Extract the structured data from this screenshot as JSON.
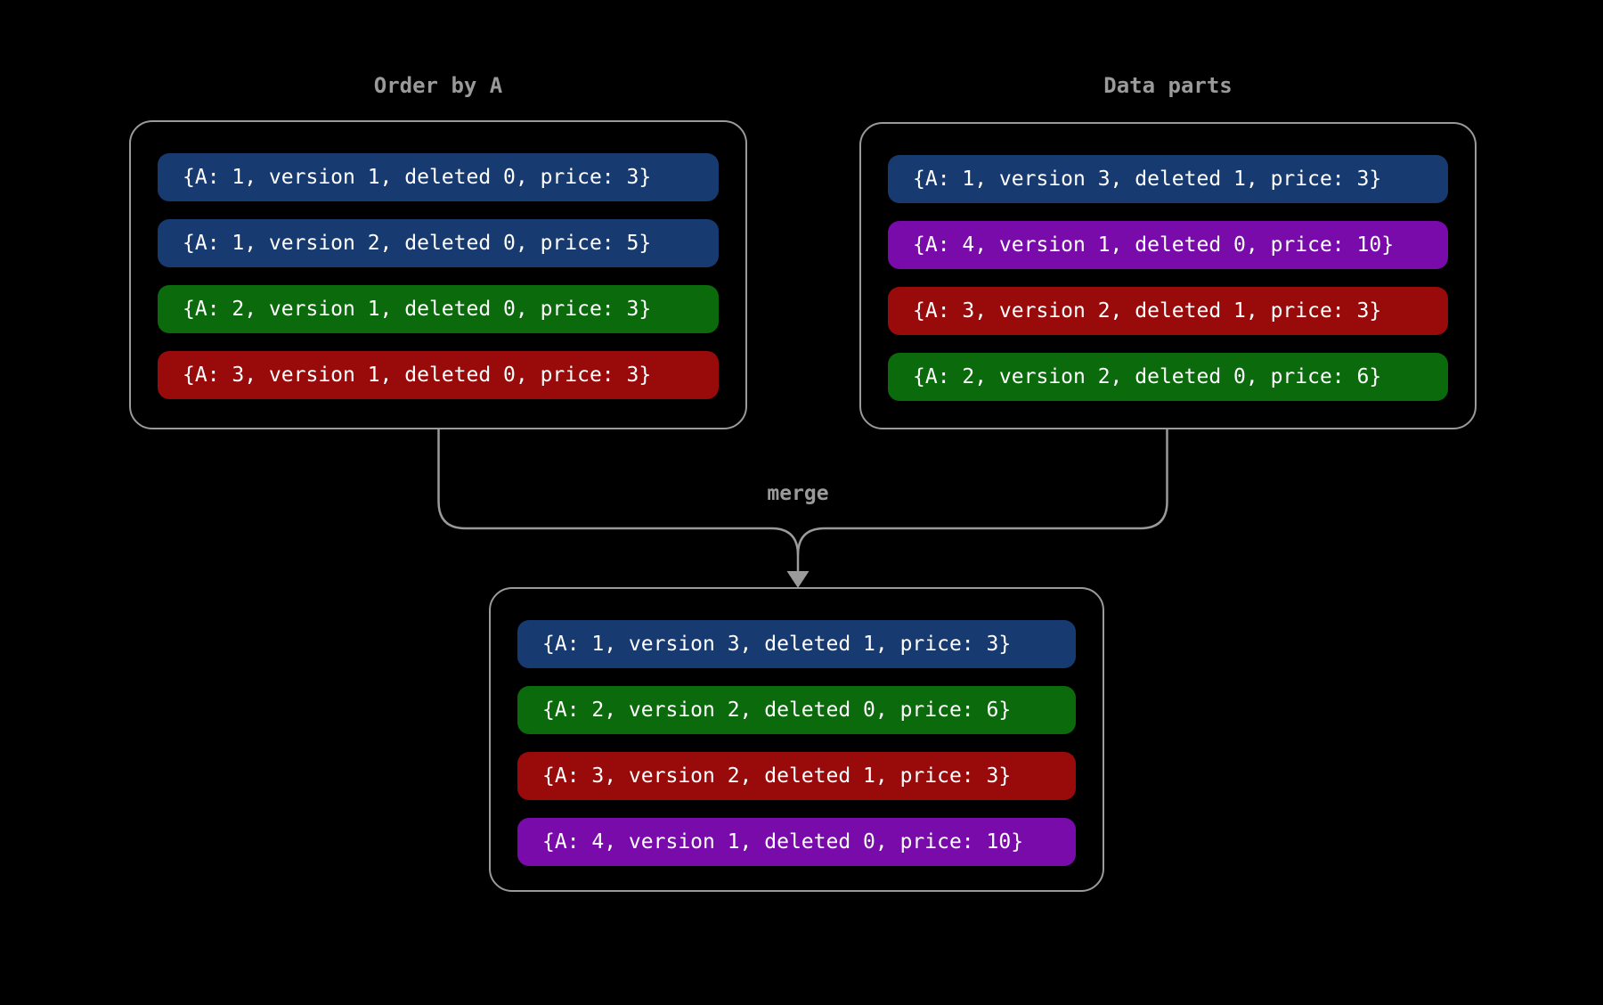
{
  "diagram": {
    "background": "#000000",
    "line_color": "#9a9a9a",
    "label_color": "#9a9a9a",
    "row_text_color": "#ffffff",
    "merge_label": "merge",
    "colors": {
      "blue": "#173a70",
      "green": "#0b6a0b",
      "red": "#990b0b",
      "purple": "#7a0bab"
    },
    "panels": [
      {
        "id": "order-by-a",
        "title": "Order by A",
        "rows": [
          {
            "text": "{A: 1, version 1, deleted 0, price: 3}",
            "color": "blue"
          },
          {
            "text": "{A: 1, version 2, deleted 0, price: 5}",
            "color": "blue"
          },
          {
            "text": "{A: 2, version 1, deleted 0, price: 3}",
            "color": "green"
          },
          {
            "text": "{A: 3, version 1, deleted 0, price: 3}",
            "color": "red"
          }
        ]
      },
      {
        "id": "data-parts",
        "title": "Data parts",
        "rows": [
          {
            "text": "{A: 1, version 3, deleted 1, price: 3}",
            "color": "blue"
          },
          {
            "text": "{A: 4, version 1, deleted 0, price: 10}",
            "color": "purple"
          },
          {
            "text": "{A: 3, version 2, deleted 1, price: 3}",
            "color": "red"
          },
          {
            "text": "{A: 2, version 2, deleted 0, price: 6}",
            "color": "green"
          }
        ]
      },
      {
        "id": "merged-result",
        "title": "",
        "rows": [
          {
            "text": "{A: 1, version 3, deleted 1, price: 3}",
            "color": "blue"
          },
          {
            "text": "{A: 2, version 2, deleted 0, price: 6}",
            "color": "green"
          },
          {
            "text": "{A: 3, version 2, deleted 1, price: 3}",
            "color": "red"
          },
          {
            "text": "{A: 4, version 1, deleted 0, price: 10}",
            "color": "purple"
          }
        ]
      }
    ]
  }
}
